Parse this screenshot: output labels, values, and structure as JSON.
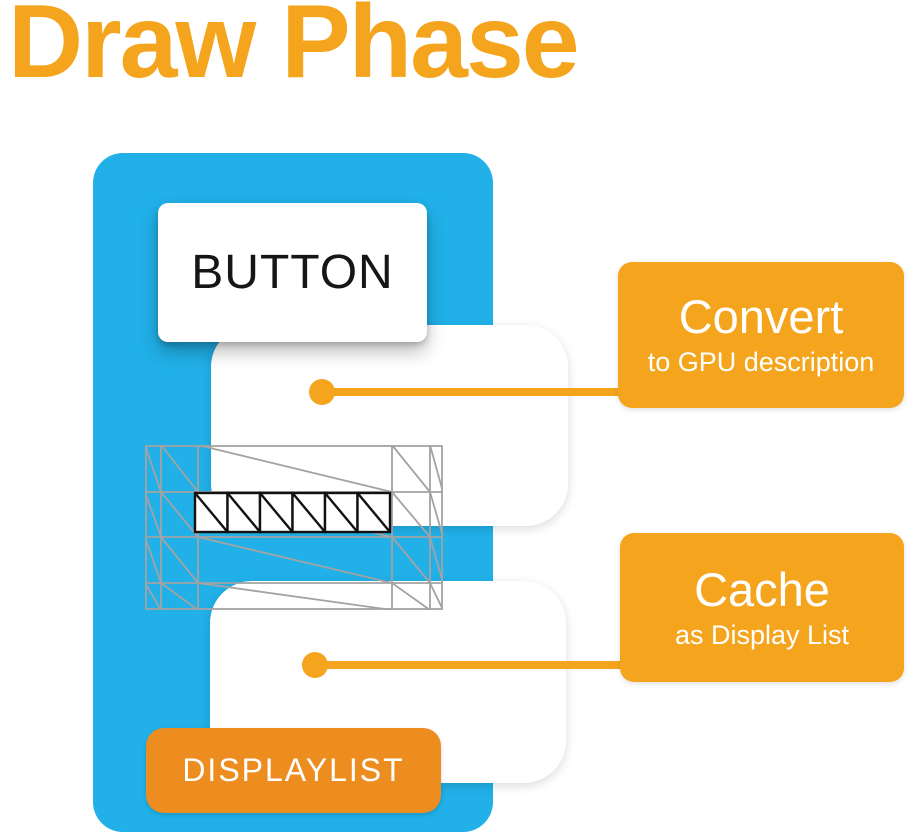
{
  "title": "Draw Phase",
  "colors": {
    "orange": "#F5A41D",
    "deep_orange": "#EE8D1F",
    "blue": "#21B0E8",
    "white": "#ffffff",
    "text_dark": "#161616",
    "mesh_gray": "#A3A3A3"
  },
  "pipeline": {
    "button_label": "BUTTON",
    "displaylist_label": "DISPLAYLIST"
  },
  "callouts": {
    "convert": {
      "title": "Convert",
      "subtitle": "to GPU description"
    },
    "cache": {
      "title": "Cache",
      "subtitle": "as Display List"
    }
  }
}
